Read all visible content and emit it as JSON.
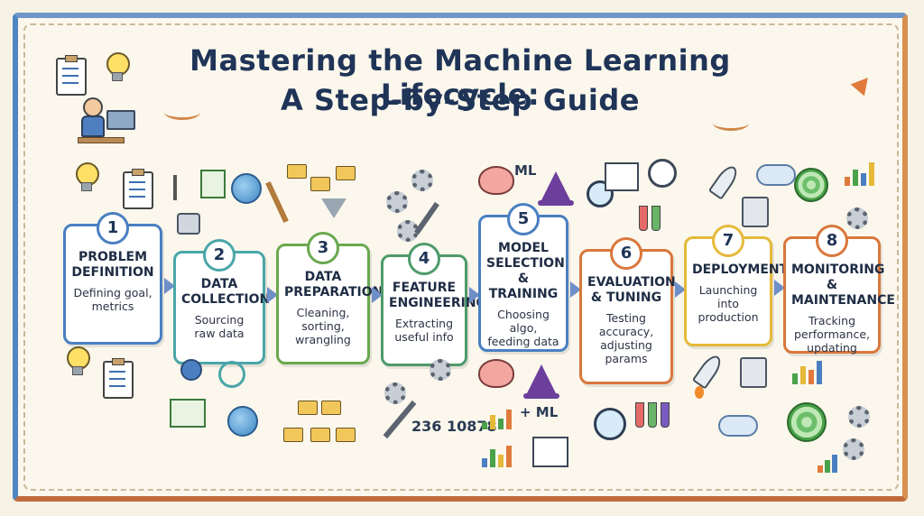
{
  "title": {
    "line1": "Mastering the Machine Learning Lifecycle:",
    "line2": "A Step-by-Step Guide"
  },
  "steps": [
    {
      "number": "1",
      "name": "PROBLEM\nDEFINITION",
      "description": "Defining goal,\nmetrics",
      "color": "#4a7fc1"
    },
    {
      "number": "2",
      "name": "DATA\nCOLLECTION",
      "description": "Sourcing\nraw data",
      "color": "#4aa6a8"
    },
    {
      "number": "3",
      "name": "DATA\nPREPARATION",
      "description": "Cleaning,\nsorting,\nwrangling",
      "color": "#6aa84f"
    },
    {
      "number": "4",
      "name": "FEATURE\nENGINEERING",
      "description": "Extracting\nuseful info",
      "color": "#4f9a6a"
    },
    {
      "number": "5",
      "name": "MODEL\nSELECTION\n& TRAINING",
      "description": "Choosing algo,\nfeeding data",
      "color": "#4a7fc1"
    },
    {
      "number": "6",
      "name": "EVALUATION\n& TUNING",
      "description": "Testing\naccuracy,\nadjusting\nparams",
      "color": "#d9773c"
    },
    {
      "number": "7",
      "name": "DEPLOYMENT",
      "description": "Launching\ninto\nproduction",
      "color": "#e5b93a"
    },
    {
      "number": "8",
      "name": "MONITORING\n& \nMAINTENANCE",
      "description": "Tracking\nperformance,\nupdating",
      "color": "#d9773c"
    }
  ],
  "labels": {
    "ml_top": "ML",
    "ml_bottom": "+ ML",
    "numbers": "236\n10878"
  },
  "icons": [
    "lightbulb-icon",
    "checklist-icon",
    "person-laptop-icon",
    "antenna-icon",
    "spreadsheet-icon",
    "globe-icon",
    "robot-icon",
    "broom-icon",
    "folders-icon",
    "funnel-icon",
    "gear-icon",
    "wrench-icon",
    "brain-icon",
    "wizard-hat-icon",
    "magnifier-icon",
    "test-tube-icon",
    "gauge-icon",
    "rocket-icon",
    "cloud-icon",
    "server-icon",
    "radar-icon",
    "bar-chart-icon"
  ]
}
